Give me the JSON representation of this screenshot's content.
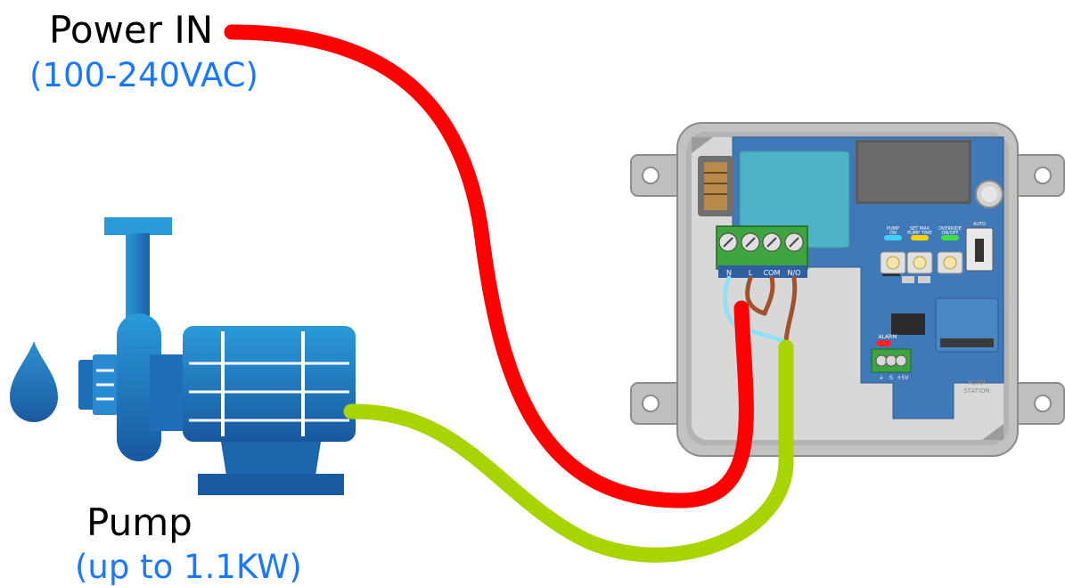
{
  "labels": {
    "power_title": "Power IN",
    "power_sub": "(100-240VAC)",
    "pump_title": "Pump",
    "pump_sub": "(up to 1.1KW)"
  },
  "terminal_block": {
    "pins": [
      "N",
      "L",
      "COM",
      "N/O"
    ]
  },
  "board": {
    "led_labels": [
      [
        "PUMP",
        "ON"
      ],
      [
        "SET MAX",
        "PUMP TIME"
      ],
      [
        "OVERRIDE",
        "ON/OFF"
      ]
    ],
    "switch_label": "AUTO",
    "alarm_label": "ALARM",
    "alarm_pins": [
      "⏚",
      "S",
      "+5V"
    ],
    "station_label": [
      "PUMP",
      "STATION"
    ]
  },
  "colors": {
    "power_cable": "#ff0000",
    "pump_cable": "#a8d400",
    "pump_body": "#1f78c0",
    "enclosure": "#bdbdbd",
    "pcb": "#3f79b8",
    "terminal": "#3fa33f",
    "label_accent": "#1a78ff"
  },
  "icons": [
    "water-drop-icon",
    "pump-icon",
    "controller-box"
  ]
}
